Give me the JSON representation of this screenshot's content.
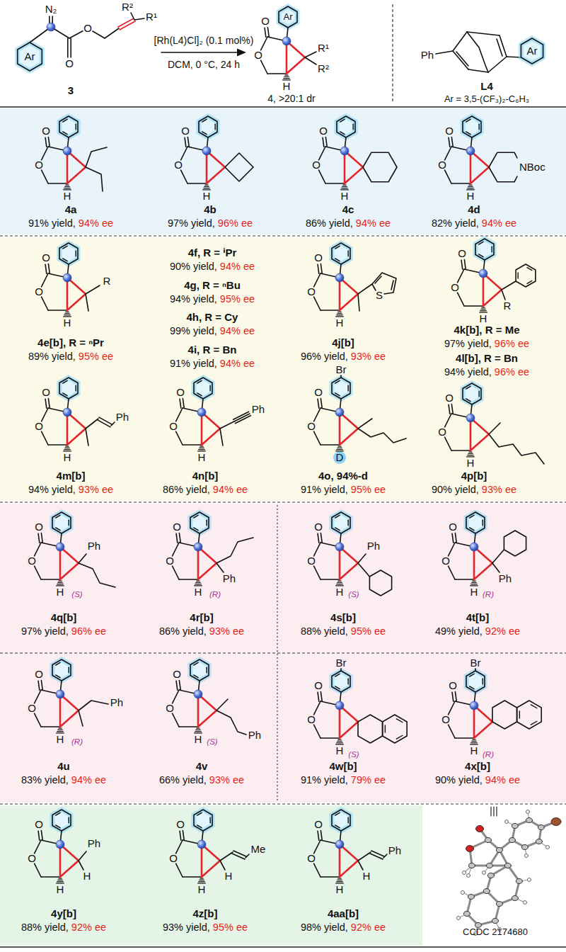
{
  "diagram": {
    "nodes": [
      {
        "text": [
          "4a",
          "91% yield,",
          "94% ee",
          "O",
          "O",
          "H",
          "4b",
          "97% yield,",
          "96% ee",
          "O",
          "O",
          "H",
          "4c",
          "86% yield,",
          "94% ee",
          "O",
          "O",
          "H",
          "4d",
          "82% yield,",
          "94% ee",
          "O",
          "O",
          "H",
          "NBoc"
        ]
      },
      {
        "text": [
          "4e[b], R = ⁿPr",
          "89% yield,",
          "95% ee",
          "O",
          "O",
          "H",
          "R",
          "4f, R = ⁱPr",
          "90% yield,",
          "94% ee",
          "4g, R = ⁿBu",
          "94% yield,",
          "95% ee",
          "4h, R = Cy",
          "99% yield,",
          "94% ee",
          "4i, R = Bn",
          "91% yield,",
          "94% ee",
          "4j[b]",
          "96% yield,",
          "93% ee",
          "O",
          "O",
          "H",
          "S",
          "4k[b], R = Me",
          "97% yield,",
          "96% ee",
          "4l[b], R = Bn",
          "94% yield,",
          "96% ee",
          "O",
          "O",
          "H",
          "R",
          "4m[b]",
          "94% yield,",
          "93% ee",
          "O",
          "O",
          "H",
          "Ph",
          "4n[b]",
          "86% yield,",
          "94% ee",
          "O",
          "O",
          "H",
          "Ph",
          "4o, 94%-d",
          "91% yield,",
          "95% ee",
          "O",
          "O",
          "D",
          "Br",
          "4p[b]",
          "90% yield,",
          "93% ee",
          "O",
          "O",
          "H"
        ]
      },
      {
        "text": [
          "4q[b]",
          "97% yield,",
          "96% ee",
          "O",
          "O",
          "H",
          "(S)",
          "Ph",
          "4r[b]",
          "86% yield,",
          "93% ee",
          "O",
          "O",
          "H",
          "(R)",
          "Ph",
          "4s[b]",
          "88% yield,",
          "95% ee",
          "O",
          "O",
          "H",
          "(S)",
          "Ph",
          "4t[b]",
          "49% yield,",
          "92% ee",
          "O",
          "O",
          "H",
          "(R)",
          "Ph",
          "4u",
          "83% yield,",
          "94% ee",
          "O",
          "O",
          "H",
          "(R)",
          "Ph",
          "4v",
          "66% yield,",
          "93% ee",
          "O",
          "O",
          "H",
          "(S)",
          "Ph",
          "4w[b]",
          "91% yield,",
          "79% ee",
          "O",
          "O",
          "H",
          "Br",
          "(S)",
          "4x[b]",
          "90% yield,",
          "94% ee",
          "O",
          "O",
          "H",
          "Br",
          "(R)"
        ]
      },
      {
        "text": [
          "4y[b]",
          "88% yield,",
          "92% ee",
          "O",
          "O",
          "H",
          "Ph",
          "H",
          "4z[b]",
          "93% yield,",
          "95% ee",
          "O",
          "O",
          "H",
          "Me",
          "H",
          "4aa[b]",
          "98% yield,",
          "92% ee",
          "O",
          "O",
          "H",
          "Ph",
          "H"
        ]
      }
    ],
    "labels": [
      "N₂",
      "O",
      "O",
      "R²",
      "R¹",
      "Ar",
      "3",
      "[Rh(L4)Cl]₂ (0.1 mol%)",
      "DCM, 0 °C, 24 h",
      "O",
      "O",
      "Ar",
      "H",
      "R¹",
      "R²",
      "4, >20:1 dr",
      "Ph",
      "Ar",
      "L4",
      "Ar = 3,5-(CF₃)₂-C₆H₃",
      "CCDC 2174680"
    ]
  }
}
